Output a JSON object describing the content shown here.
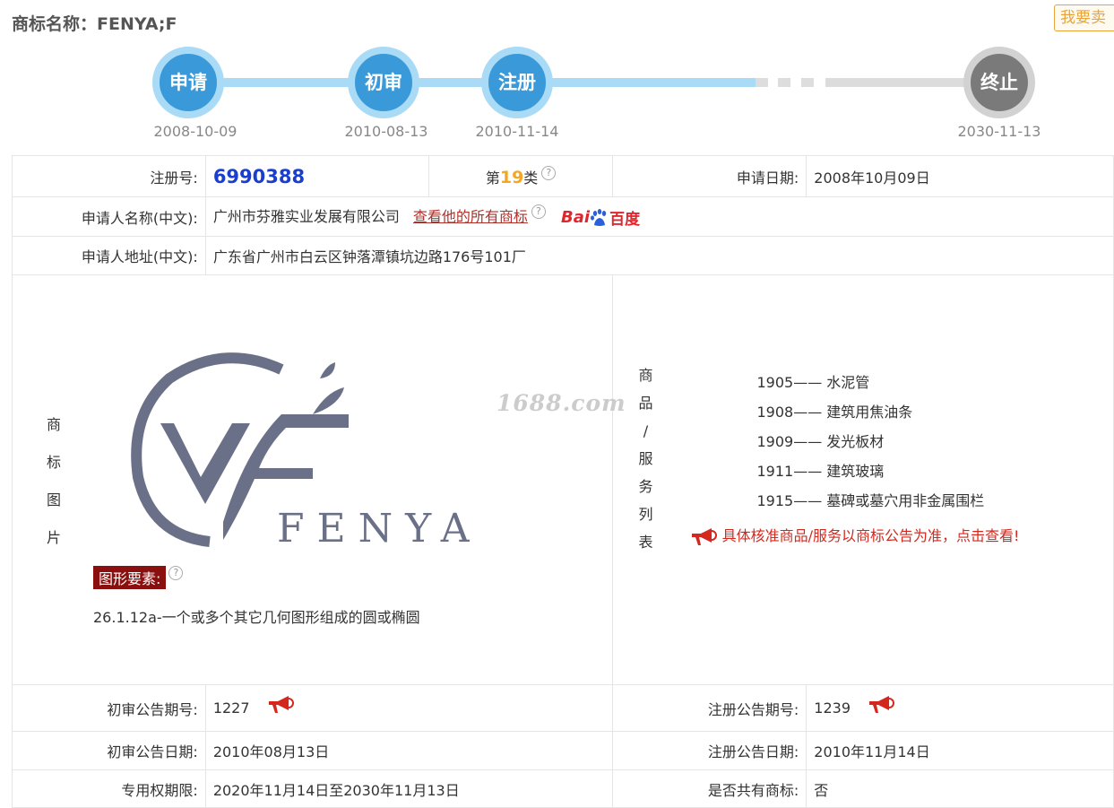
{
  "page": {
    "title_label": "商标名称：",
    "title_value": "FENYA;F",
    "sell_button": "我要卖"
  },
  "timeline": {
    "steps": [
      {
        "label": "申请",
        "date": "2008-10-09"
      },
      {
        "label": "初审",
        "date": "2010-08-13"
      },
      {
        "label": "注册",
        "date": "2010-11-14"
      },
      {
        "label": "终止",
        "date": "2030-11-13"
      }
    ]
  },
  "info": {
    "reg_no_label": "注册号:",
    "reg_no": "6990388",
    "class_prefix": "第",
    "class_num": "19",
    "class_suffix": "类",
    "apply_date_label": "申请日期:",
    "apply_date": "2008年10月09日",
    "applicant_label": "申请人名称(中文):",
    "applicant": "广州市芬雅实业发展有限公司",
    "all_marks_link": "查看他的所有商标",
    "baidu_bai": "Bai",
    "baidu_du": "百度",
    "address_label": "申请人地址(中文):",
    "address": "广东省广州市白云区钟落潭镇坑边路176号101厂",
    "image_label_chars": [
      "商",
      "标",
      "图",
      "片"
    ],
    "logo_text": "FENYA",
    "watermark": "1688.com",
    "figure_badge": "图形要素:",
    "figure_code": "26.1.12a-一个或多个其它几何图形组成的圆或椭圆",
    "goods_label_chars": [
      "商",
      "品",
      "/",
      "服",
      "务",
      "列",
      "表"
    ],
    "goods": [
      {
        "code": "1905——",
        "name": "水泥管"
      },
      {
        "code": "1908——",
        "name": "建筑用焦油条"
      },
      {
        "code": "1909——",
        "name": "发光板材"
      },
      {
        "code": "1911——",
        "name": "建筑玻璃"
      },
      {
        "code": "1915——",
        "name": "墓碑或墓穴用非金属围栏"
      }
    ],
    "goods_notice": "具体核准商品/服务以商标公告为准，点击查看!",
    "prelim_no_label": "初审公告期号:",
    "prelim_no": "1227",
    "reg_pub_no_label": "注册公告期号:",
    "reg_pub_no": "1239",
    "prelim_date_label": "初审公告日期:",
    "prelim_date": "2010年08月13日",
    "reg_pub_date_label": "注册公告日期:",
    "reg_pub_date": "2010年11月14日",
    "exclusive_label": "专用权期限:",
    "exclusive": "2020年11月14日至2030年11月13日",
    "shared_label": "是否共有商标:",
    "shared": "否"
  },
  "colors": {
    "accent_blue": "#3a9ad9",
    "link_red": "#b0302a",
    "badge_red": "#8a1010"
  }
}
